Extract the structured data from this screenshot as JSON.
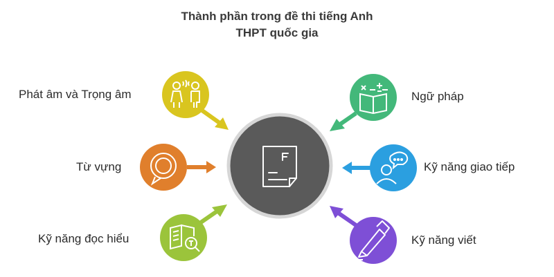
{
  "title_line1": "Thành phần trong đề thi tiếng Anh",
  "title_line2": "THPT quốc gia",
  "center_icon": "document-icon",
  "components": [
    {
      "label": "Phát âm và Trọng âm",
      "icon": "two-people-speaking-icon",
      "color": "#d9c51f"
    },
    {
      "label": "Từ vựng",
      "icon": "chat-bubble-icon",
      "color": "#e07f2c"
    },
    {
      "label": "Kỹ năng đọc hiểu",
      "icon": "book-search-icon",
      "color": "#9bc43b"
    },
    {
      "label": "Ngữ pháp",
      "icon": "book-math-icon",
      "color": "#43b87a"
    },
    {
      "label": "Kỹ năng giao tiếp",
      "icon": "person-speech-icon",
      "color": "#2b9fe0"
    },
    {
      "label": "Kỹ năng viết",
      "icon": "pen-icon",
      "color": "#7e4fd6"
    }
  ],
  "colors": {
    "center": "#5a5a5a",
    "center_border": "#d6d6d6",
    "text": "#2b2b2b"
  }
}
